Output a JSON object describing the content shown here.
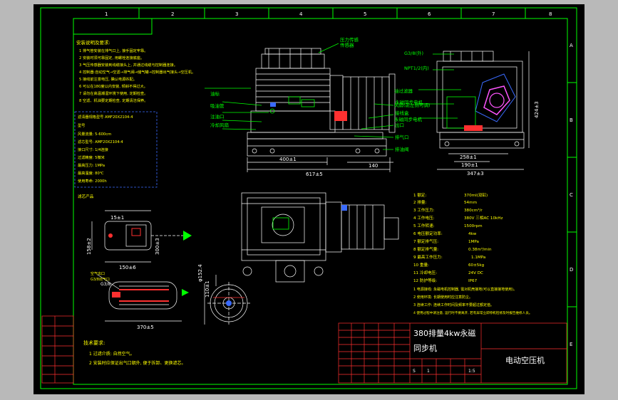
{
  "colors": {
    "background": "#b9b9b9",
    "sheet": "#000000",
    "frame": "#00ff00",
    "note_text": "#ffff00",
    "dimension": "#ffffff",
    "outline": "#ffffff",
    "label": "#00ff00",
    "accent": "#ff3030",
    "hatch": "#3a6bff",
    "highlight": "#ff55ff"
  },
  "border_marks": {
    "top": [
      "1",
      "2",
      "3",
      "4",
      "5",
      "6",
      "7",
      "8"
    ],
    "right": [
      "A",
      "B",
      "C",
      "D",
      "E"
    ]
  },
  "notes": {
    "title": "安装说明及要求:",
    "items": [
      "1 排气管安装在排气口上, 接手固定牢靠。",
      "2 安装时须可靠固定, 用螺栓连接底座。",
      "3 气压传感器安装到线缆接头上, 并通过线缆与控制器连接。",
      "4 控制器:自动空气→空滤→排气阀→储气罐→控制器出气接头→空压机。",
      "5 接线前注意电压, 确认电源匹配。",
      "6 可以在180度以内安装, 倾斜不得过大。",
      "7 请勿在高温潮湿环境下使用, 定期检查。",
      "8 空滤、机油要定期检查, 定期清洁保养。"
    ]
  },
  "filter_spec": {
    "title": "滤清器规格型号 AMF20X2104-4",
    "model_label": "型号",
    "rows": [
      "风量流量: 5-600cm",
      "滤芯型号: AMF20X2104-4",
      "接口尺寸: 1/4连接",
      "过滤精度: 5微米",
      "最高压力: 1MPa",
      "最高温度: 80℃",
      "使用寿命: 2000h"
    ],
    "footer": "滤芯产品"
  },
  "top_view_labels": {
    "pressure_sensor": "压力传感\n传感器",
    "oil_cap": "油标",
    "suction": "吸油管",
    "oil_filter": "注油口",
    "cooling": "冷却风扇",
    "motor": "永磁同步电机",
    "wiring": "接线盒",
    "outlet": "出口",
    "exhaust": "排气口",
    "drain": "排油阀"
  },
  "top_view_dims": [
    "400±1",
    "617±5",
    "140"
  ],
  "side_view_labels": {
    "thread1": "G3/8(外)",
    "thread2": "NPT1/2(内)",
    "oil_filter2": "油过滤器",
    "air_intake": "风扇(前左侧可调)",
    "controller": "永磁同步电机"
  },
  "side_view_dims": [
    "258±1",
    "190±1",
    "347±3",
    "424±3"
  ],
  "tank": {
    "dims": [
      "15±1",
      "158±2",
      "150±6",
      "370±5",
      "G3/8",
      "300±3"
    ],
    "label1": "空气出口",
    "label2": "G3/8出气口"
  },
  "fan_view": {
    "dims": [
      "φ152.4",
      "110±1"
    ]
  },
  "specs": {
    "items": [
      {
        "k": "1 额定:",
        "v": "370ml(双缸)"
      },
      {
        "k": "2 排量:",
        "v": "54mm"
      },
      {
        "k": "3 工作压力:",
        "v": "380cm³/r"
      },
      {
        "k": "4 工作电压:",
        "v": "380V  三相AC 10kHz"
      },
      {
        "k": "5 工作转速:",
        "v": "1500rpm"
      },
      {
        "k": "6 电压额定功率:",
        "v": "4kw"
      },
      {
        "k": "7 额定排气压:",
        "v": "1MPa"
      },
      {
        "k": "8 额定排气量:",
        "v": "0.38m³/min"
      },
      {
        "k": "9 最高工作压力:",
        "v": "1.1MPa"
      },
      {
        "k": "10 重量:",
        "v": "60±5kg"
      },
      {
        "k": "11 冷却电压:",
        "v": "24V DC"
      },
      {
        "k": "12 防护等级:",
        "v": "IP67"
      }
    ],
    "notes": [
      "1 电源接线: 永磁电机控制器, 需对机壳接地(可以直接接地使用)。",
      "2 使用环境: 长期使用时应注意防尘。",
      "3 连续工作: 连续工作时间及频率不要超过额定值。",
      "4 使用过程中请注意, 运行时不要离开, 若有异常立即停机检修及时报告维修人员。"
    ]
  },
  "tech_req": {
    "title": "技术要求:",
    "items": [
      "1 过滤介质: 自然空气。",
      "2 安装时应保证出气口朝外, 便于拆卸、更换滤芯。"
    ]
  },
  "title_block": {
    "product": "380排量4kw永磁",
    "product2": "同步机",
    "drawing_name": "电动空压机",
    "scale": "1:5",
    "sheet": "S",
    "count": "1"
  }
}
